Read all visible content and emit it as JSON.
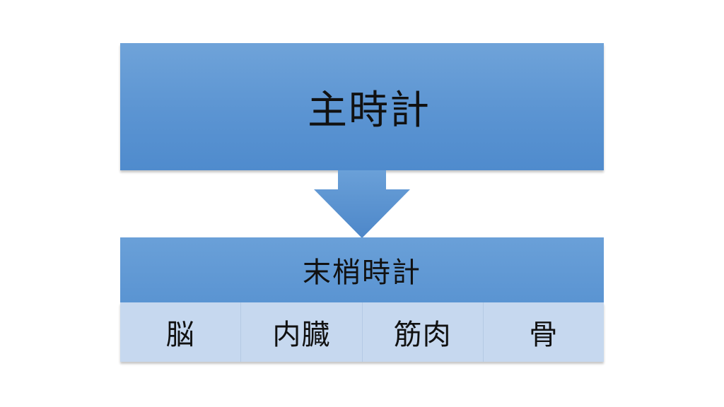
{
  "diagram": {
    "master": {
      "label": "主時計"
    },
    "peripheral": {
      "label": "末梢時計"
    },
    "organs": [
      {
        "label": "脳"
      },
      {
        "label": "内臓"
      },
      {
        "label": "筋肉"
      },
      {
        "label": "骨"
      }
    ],
    "colors": {
      "box_blue": "#5b94d2",
      "organ_bg": "#c6d8ef",
      "text": "#111111"
    }
  }
}
